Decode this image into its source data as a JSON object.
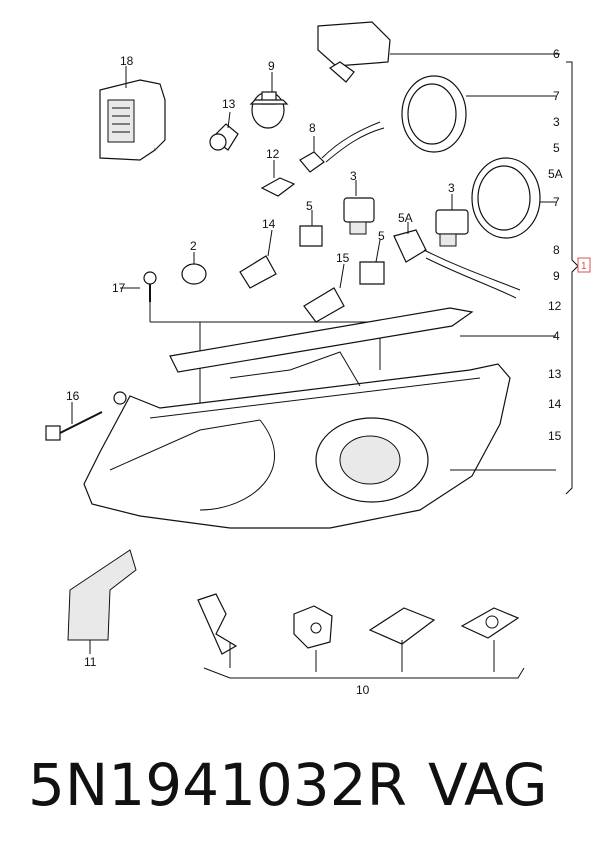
{
  "diagram": {
    "callouts": {
      "c1": "1",
      "c2": "2",
      "c3a": "3",
      "c3b": "3",
      "c4": "4",
      "c5a": "5",
      "c5b": "5",
      "c5A": "5A",
      "c6": "6",
      "c7a": "7",
      "c7b": "7",
      "c8": "8",
      "c9": "9",
      "c10": "10",
      "c11": "11",
      "c12": "12",
      "c13": "13",
      "c14": "14",
      "c15": "15",
      "c16": "16",
      "c17": "17",
      "c18": "18"
    },
    "right_column": [
      "6",
      "7",
      "3",
      "5",
      "5A",
      "7",
      "8",
      "9",
      "12",
      "4",
      "13",
      "14",
      "15"
    ]
  },
  "footer": {
    "part_number": "5N1941032R",
    "brand": "VAG"
  },
  "colors": {
    "ink": "#111111",
    "marker": "#d9534f",
    "background": "#ffffff"
  }
}
